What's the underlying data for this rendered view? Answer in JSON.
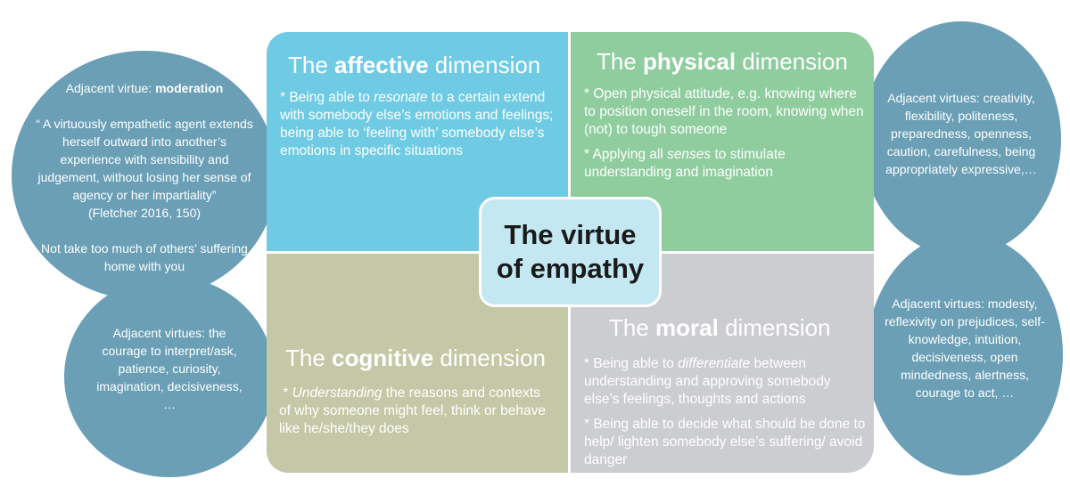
{
  "left_circle_top": {
    "heading_prefix": "Adjacent virtue: ",
    "heading_bold": "moderation",
    "quote": "“ A virtuously empathetic agent extends herself outward into another’s experience with sensibility and judgement, without losing her sense of agency or her impartiality”",
    "citation": "(Fletcher 2016, 150)",
    "note": "Not take too much of others’ suffering home with you"
  },
  "left_circle_bottom": {
    "text": "Adjacent virtues: the courage to interpret/ask, patience, curiosity, imagination, decisiveness, …"
  },
  "right_circle_top": {
    "text": "Adjacent virtues: creativity, flexibility, politeness, preparedness, openness, caution, carefulness, being appropriately expressive,…"
  },
  "right_circle_bottom": {
    "text": "Adjacent virtues: modesty, reflexivity on prejudices, self-knowledge, intuition, decisiveness, open mindedness, alertness, courage to act, …"
  },
  "affective": {
    "title_pre": "The ",
    "title_bold": "affective",
    "title_post": " dimension",
    "b1_pre": "* Being able to ",
    "b1_em": "resonate",
    "b1_post": " to a certain extend with somebody else’s emotions and feelings;  being able to ‘feeling with’ somebody else’s emotions in specific situations"
  },
  "physical": {
    "title_pre": "The ",
    "title_bold": "physical",
    "title_post": " dimension",
    "b1": "* Open physical attitude, e.g. knowing where to position oneself in the room, knowing when (not) to tough someone",
    "b2_pre": "* Applying all ",
    "b2_em": "senses",
    "b2_post": " to stimulate understanding and imagination"
  },
  "cognitive": {
    "title_pre": "The ",
    "title_bold": "cognitive",
    "title_post": " dimension",
    "b1_pre": " * ",
    "b1_em": "Understanding",
    "b1_post": " the reasons and contexts of why someone might feel, think or behave like he/she/they does"
  },
  "moral": {
    "title_pre": "The ",
    "title_bold": "moral",
    "title_post": " dimension",
    "b1_pre": "* Being able to ",
    "b1_em": "differentiate",
    "b1_post": " between understanding and approving somebody else’s feelings, thoughts and actions",
    "b2": "* Being able to decide what should be done to help/ lighten somebody else’s suffering/ avoid danger"
  },
  "center": {
    "line1": "The virtue",
    "line2": "of empathy"
  },
  "colors": {
    "circle": "#6a9fb6",
    "affective": "#6fcbe4",
    "physical": "#8fcd9e",
    "cognitive": "#c5c8a6",
    "moral": "#cccdd0",
    "center": "#c4e8f2"
  }
}
